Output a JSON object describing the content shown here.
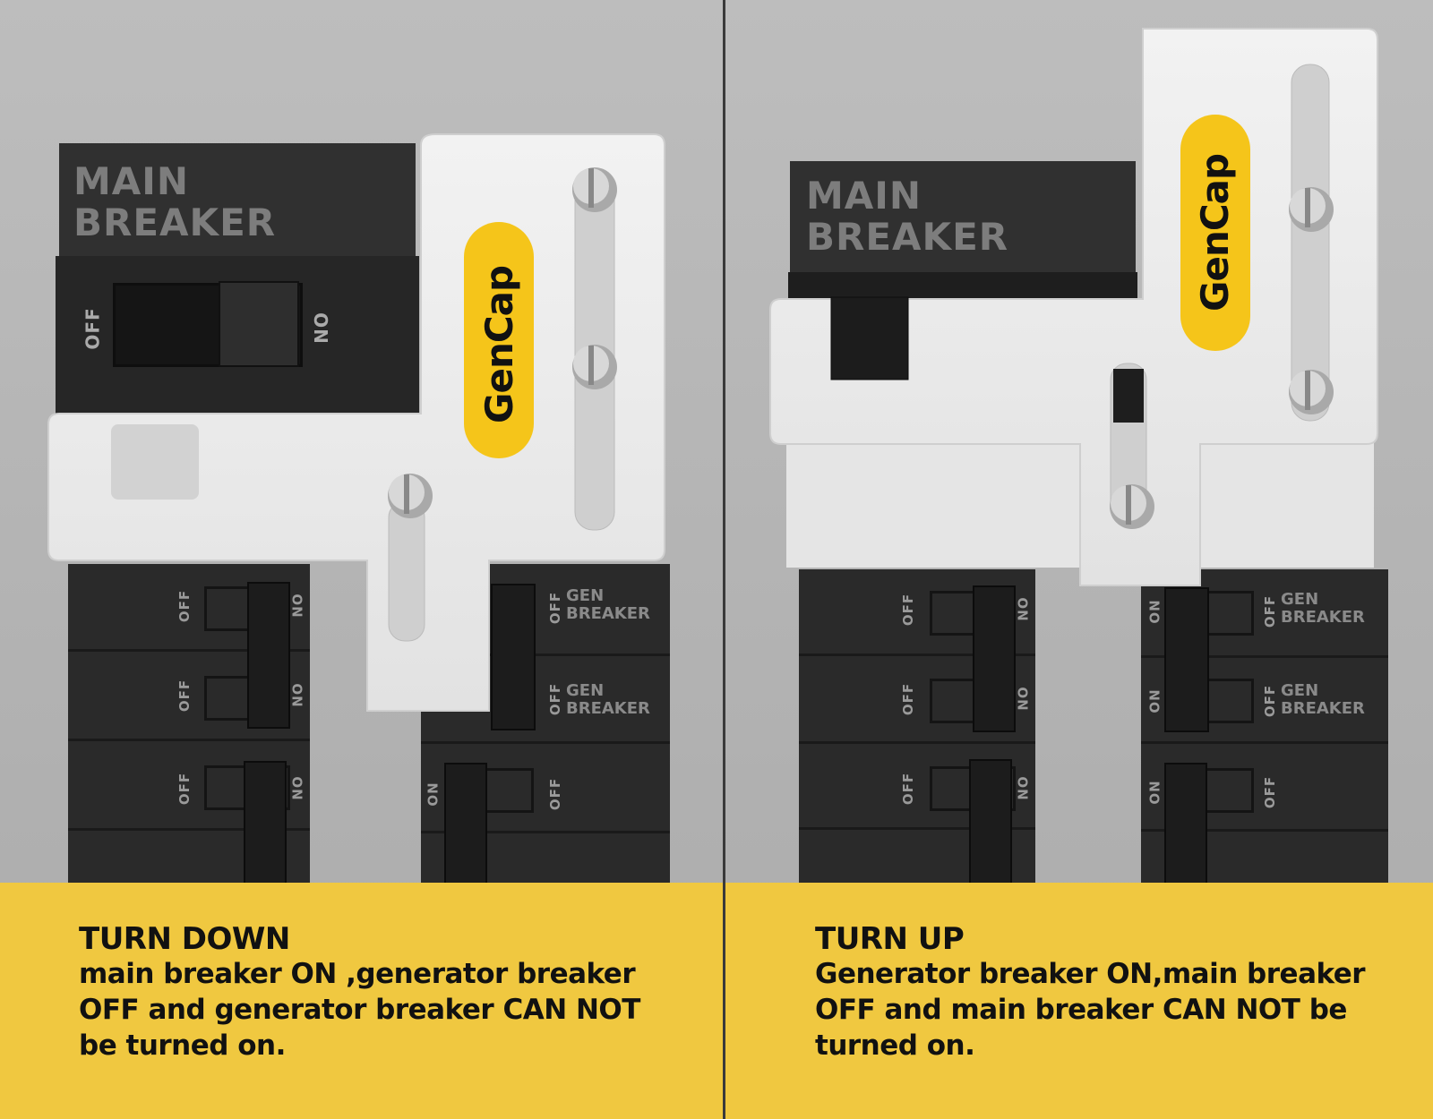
{
  "colors": {
    "caption_bg": "#f0c840",
    "breaker_body": "#2c2c2c",
    "lock_plate": "#ececec",
    "logo_bg": "#f5c51a",
    "panel_bg": "#b7b7b7"
  },
  "brand": {
    "logo_text": "GenCap"
  },
  "left": {
    "main_label_line1": "MAIN",
    "main_label_line2": "BREAKER",
    "main_off": "OFF",
    "main_on": "ON",
    "gen_label_1": "GEN",
    "gen_label_2": "BREAKER",
    "off": "OFF",
    "on": "ON",
    "caption_title": "TURN DOWN",
    "caption_body": "main breaker ON ,generator breaker\nOFF and generator breaker CAN NOT\nbe turned on."
  },
  "right": {
    "main_label_line1": "MAIN",
    "main_label_line2": "BREAKER",
    "gen_label_1": "GEN",
    "gen_label_2": "BREAKER",
    "off": "OFF",
    "on": "ON",
    "caption_title": "TURN UP",
    "caption_body": "Generator breaker ON,main breaker\nOFF and main breaker CAN NOT be\nturned on."
  }
}
